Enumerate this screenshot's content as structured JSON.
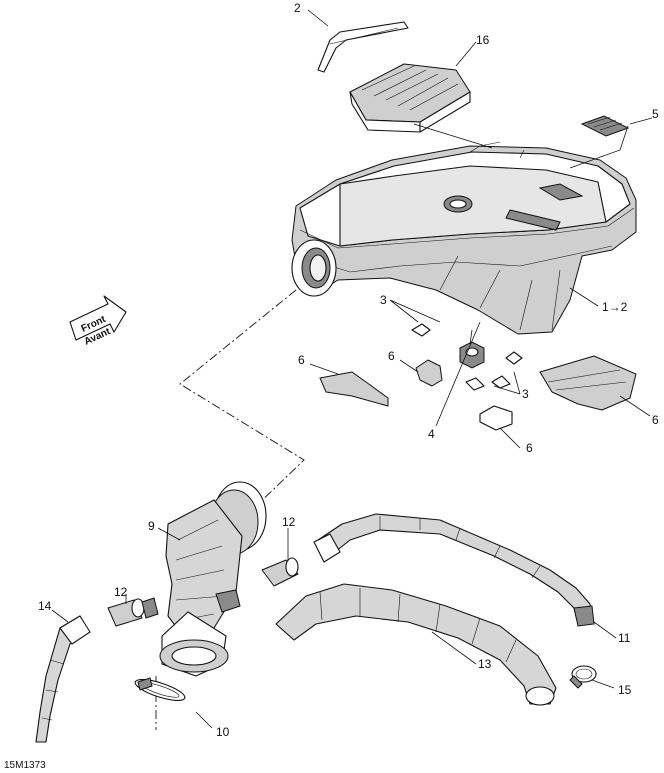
{
  "reference_code": "15M1373",
  "front_badge": [
    "Front",
    "Avant"
  ],
  "callouts": [
    {
      "id": "c2",
      "text": "2"
    },
    {
      "id": "c16",
      "text": "16"
    },
    {
      "id": "c5",
      "text": "5"
    },
    {
      "id": "c1to2",
      "text": "1→2"
    },
    {
      "id": "c3a",
      "text": "3"
    },
    {
      "id": "c6a",
      "text": "6"
    },
    {
      "id": "c6b",
      "text": "6"
    },
    {
      "id": "c3b",
      "text": "3"
    },
    {
      "id": "c6c",
      "text": "6"
    },
    {
      "id": "c4",
      "text": "4"
    },
    {
      "id": "c6d",
      "text": "6"
    },
    {
      "id": "c9",
      "text": "9"
    },
    {
      "id": "c12a",
      "text": "12"
    },
    {
      "id": "c12b",
      "text": "12"
    },
    {
      "id": "c14",
      "text": "14"
    },
    {
      "id": "c11",
      "text": "11"
    },
    {
      "id": "c13",
      "text": "13"
    },
    {
      "id": "c15",
      "text": "15"
    },
    {
      "id": "c10",
      "text": "10"
    }
  ]
}
